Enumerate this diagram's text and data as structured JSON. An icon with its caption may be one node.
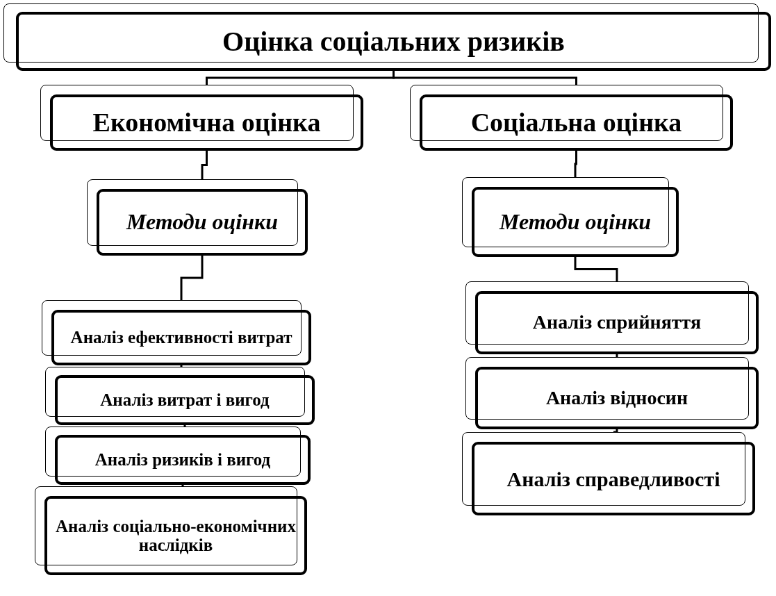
{
  "diagram": {
    "nodes": [
      {
        "text": [
          "Оцінка соціальних ризиків"
        ]
      },
      {
        "text": [
          "Економічна оцінка"
        ]
      },
      {
        "text": [
          "Соціальна оцінка"
        ]
      },
      {
        "text": [
          "Методи оцінки"
        ]
      },
      {
        "text": [
          "Методи оцінки"
        ]
      },
      {
        "text": [
          "Аналіз ефективності витрат"
        ]
      },
      {
        "text": [
          "Аналіз витрат і вигод"
        ]
      },
      {
        "text": [
          "Аналіз ризиків і вигод"
        ]
      },
      {
        "text": [
          "Аналіз соціально-економічних наслідків"
        ]
      },
      {
        "text": [
          "Аналіз сприйняття"
        ]
      },
      {
        "text": [
          "Аналіз відносин"
        ]
      },
      {
        "text": [
          "Аналіз справедливості"
        ]
      }
    ],
    "edges": [
      {
        "from": 0,
        "to": 1,
        "arrow": "none"
      },
      {
        "from": 0,
        "to": 2,
        "arrow": "none"
      },
      {
        "from": 1,
        "to": 3,
        "arrow": "none"
      },
      {
        "from": 3,
        "to": 5,
        "arrow": "none"
      },
      {
        "from": 5,
        "to": 6,
        "arrow": "none"
      },
      {
        "from": 6,
        "to": 7,
        "arrow": "none"
      },
      {
        "from": 7,
        "to": 8,
        "arrow": "none"
      },
      {
        "from": 2,
        "to": 4,
        "arrow": "none"
      },
      {
        "from": 4,
        "to": 9,
        "arrow": "none"
      },
      {
        "from": 9,
        "to": 10,
        "arrow": "none"
      },
      {
        "from": 10,
        "to": 11,
        "arrow": "none"
      }
    ]
  }
}
